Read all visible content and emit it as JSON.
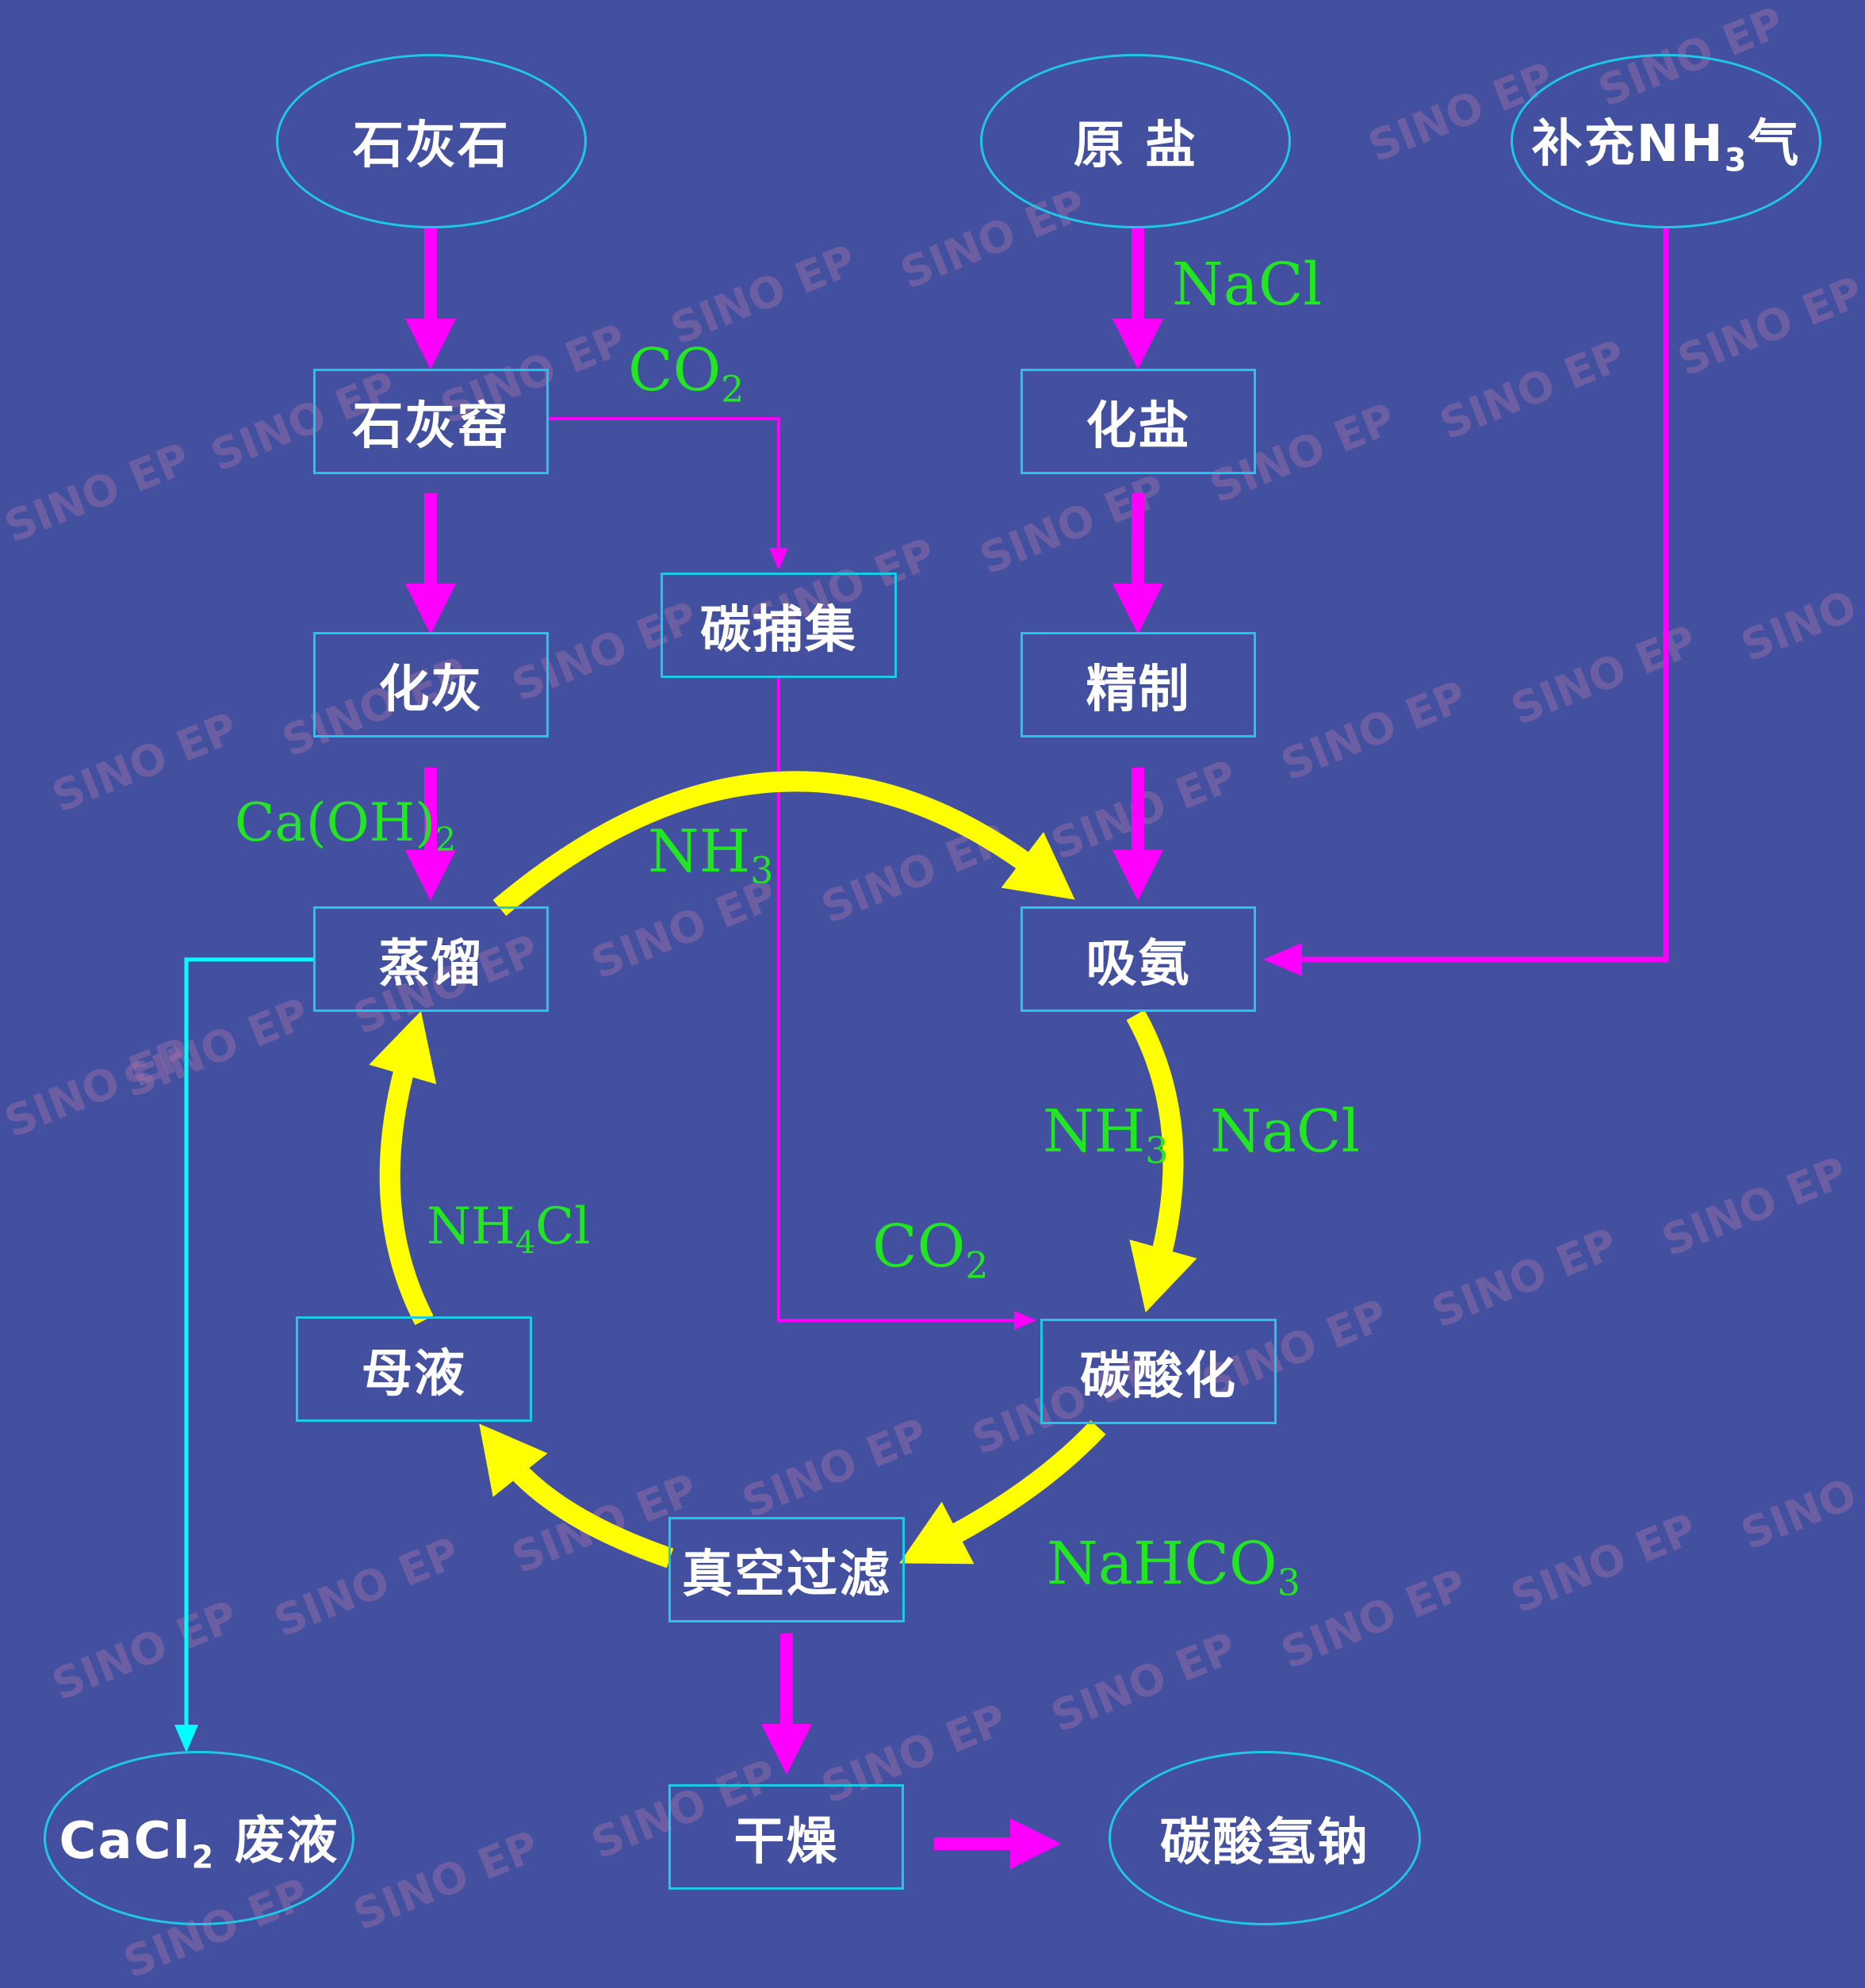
{
  "nodes": {
    "limestone": "石灰石",
    "raw_salt": "原 盐",
    "make_up_nh3": {
      "pre": "补充NH",
      "sub": "3",
      "post": "气"
    },
    "lime_kiln": "石灰窑",
    "dissolve_salt": "化盐",
    "carbon_capture": "碳捕集",
    "slake_lime": "化灰",
    "refine": "精制",
    "distillation": "蒸馏",
    "ammonia_absorption": "吸氨",
    "mother_liquor": "母液",
    "carbonation": "碳酸化",
    "vacuum_filtration": "真空过滤",
    "drying": "干燥",
    "sodium_bicarbonate": "碳酸氢钠",
    "cacl2_waste": {
      "pre": "CaCl",
      "sub": "2",
      "post": " 废液"
    }
  },
  "labels": {
    "nacl_top": "NaCl",
    "co2_kiln": {
      "pre": "CO",
      "sub": "2"
    },
    "caoh2": {
      "pre": "Ca(OH)",
      "sub": "2"
    },
    "nh3_top": {
      "pre": "NH",
      "sub": "3"
    },
    "nh3_right": {
      "pre": "NH",
      "sub": "3"
    },
    "nacl_right": "NaCl",
    "nh4cl": {
      "pre": "NH",
      "sub": "4",
      "post": "Cl"
    },
    "co2_lower": {
      "pre": "CO",
      "sub": "2"
    },
    "nahco3": {
      "pre": "NaHCO",
      "sub": "3"
    }
  },
  "watermark": "SINO EP",
  "colors": {
    "background": "#4350A0",
    "node_border": "#1EC8E6",
    "node_text": "#FFFFFF",
    "label": "#22E622",
    "main_flow": "#FF00FF",
    "cycle": "#FFFF00",
    "waste_line": "#00FFFF"
  }
}
